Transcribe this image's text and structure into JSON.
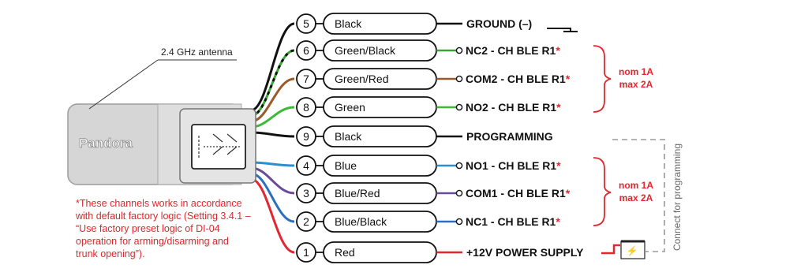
{
  "antenna_label": "2.4 GHz antenna",
  "brand": "Pandora",
  "wires": [
    {
      "num": "5",
      "color_name": "Black",
      "signal": "GROUND (–)",
      "starred": false,
      "wire": "#111111",
      "wire2": null
    },
    {
      "num": "6",
      "color_name": "Green/Black",
      "signal": "NC2 - CH BLE R1",
      "starred": true,
      "wire": "#3aa535",
      "wire2": "#111111"
    },
    {
      "num": "7",
      "color_name": "Green/Red",
      "signal": "COM2 - CH BLE R1",
      "starred": true,
      "wire": "#9a5a2a",
      "wire2": null
    },
    {
      "num": "8",
      "color_name": "Green",
      "signal": "NO2 - CH BLE R1",
      "starred": true,
      "wire": "#3fb83a",
      "wire2": null
    },
    {
      "num": "9",
      "color_name": "Black",
      "signal": "PROGRAMMING",
      "starred": false,
      "wire": "#111111",
      "wire2": null
    },
    {
      "num": "4",
      "color_name": "Blue",
      "signal": "NO1 - CH BLE R1",
      "starred": true,
      "wire": "#2a8fd0",
      "wire2": null
    },
    {
      "num": "3",
      "color_name": "Blue/Red",
      "signal": "COM1 - CH BLE R1",
      "starred": true,
      "wire": "#6a4a9a",
      "wire2": null
    },
    {
      "num": "2",
      "color_name": "Blue/Black",
      "signal": "NC1 - CH BLE R1",
      "starred": true,
      "wire": "#2a6fc0",
      "wire2": null
    },
    {
      "num": "1",
      "color_name": "Red",
      "signal": "+12V POWER SUPPLY",
      "starred": false,
      "wire": "#e3262f",
      "wire2": null
    }
  ],
  "star": "*",
  "groups": [
    {
      "line1": "nom 1A",
      "line2": "max 2A"
    },
    {
      "line1": "nom 1A",
      "line2": "max 2A"
    }
  ],
  "connect_label": "Connect for programming",
  "footnote": [
    "*These channels works in accordance",
    "with default factory logic (Setting 3.4.1 –",
    "“Use factory preset logic of DI-04",
    "operation for arming/disarming and",
    "trunk opening”)."
  ],
  "colors": {
    "accent_red": "#e3262f",
    "text": "#1a1a1a",
    "device": "#d9d9d9",
    "dash": "#9a9a9a"
  }
}
